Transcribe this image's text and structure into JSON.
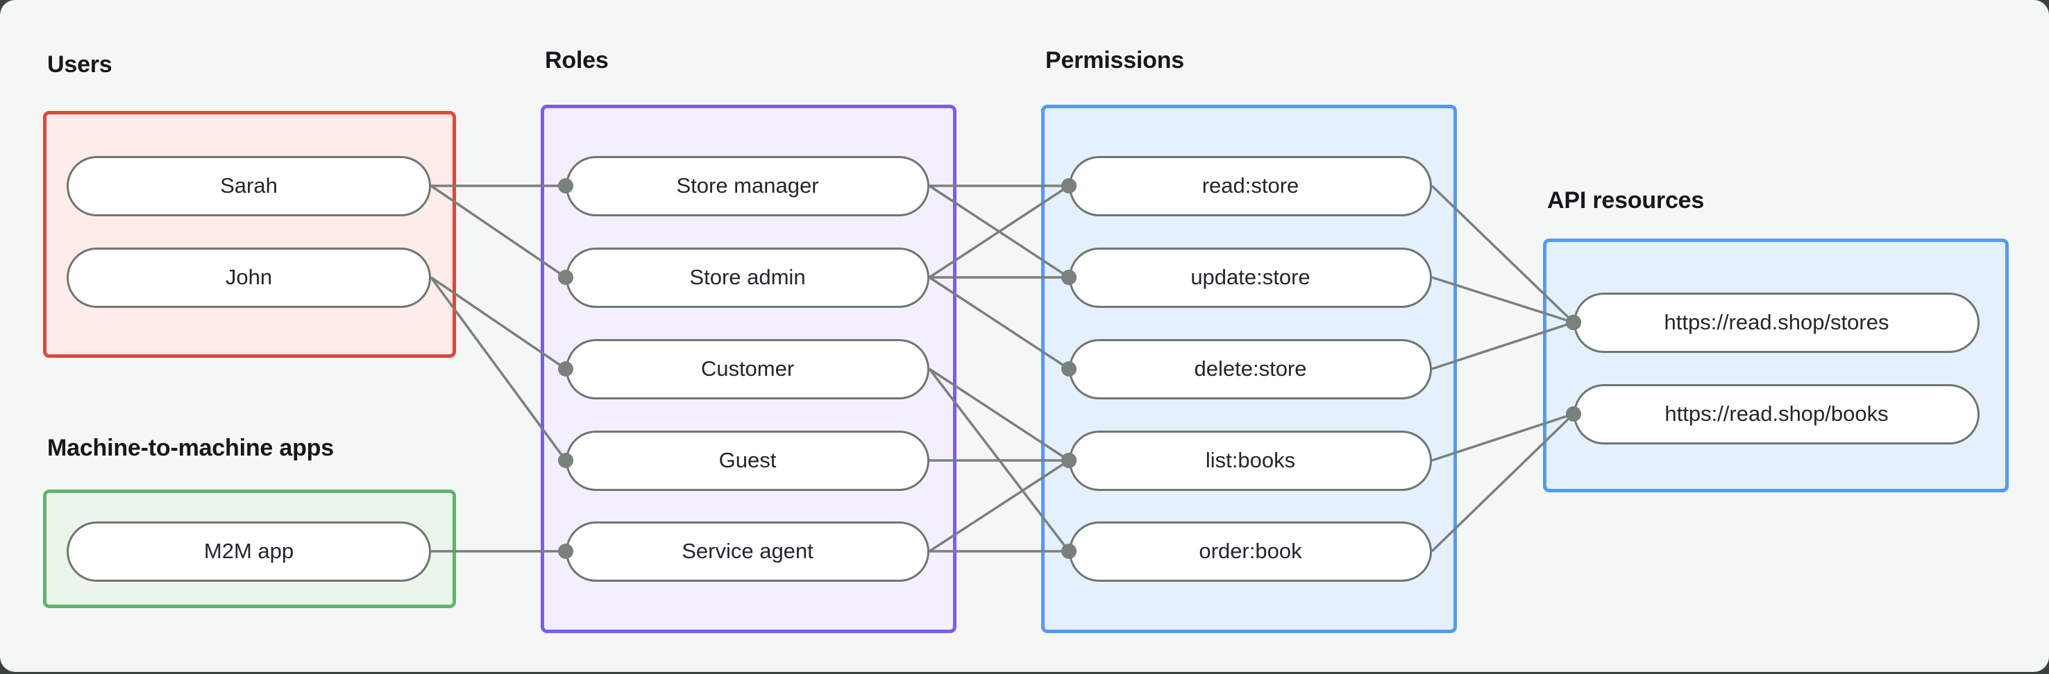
{
  "page": {
    "background": "#39433c",
    "panel_background": "#f5f7f6"
  },
  "groups": [
    {
      "id": "users",
      "label": "Users",
      "accent": "#e0453c",
      "fill": "#fdecea",
      "items": [
        {
          "id": "sarah",
          "label": "Sarah"
        },
        {
          "id": "john",
          "label": "John"
        }
      ]
    },
    {
      "id": "m2m",
      "label": "Machine-to-machine apps",
      "accent": "#5fb469",
      "fill": "#eaf6eb",
      "items": [
        {
          "id": "m2m-app",
          "label": "M2M app"
        }
      ]
    },
    {
      "id": "roles",
      "label": "Roles",
      "accent": "#7b5af7",
      "fill": "#f3effe",
      "items": [
        {
          "id": "store-manager",
          "label": "Store manager"
        },
        {
          "id": "store-admin",
          "label": "Store admin"
        },
        {
          "id": "customer",
          "label": "Customer"
        },
        {
          "id": "guest",
          "label": "Guest"
        },
        {
          "id": "service-agent",
          "label": "Service agent"
        }
      ]
    },
    {
      "id": "permissions",
      "label": "Permissions",
      "accent": "#529af6",
      "fill": "#e4f0fd",
      "items": [
        {
          "id": "read-store",
          "label": "read:store"
        },
        {
          "id": "update-store",
          "label": "update:store"
        },
        {
          "id": "delete-store",
          "label": "delete:store"
        },
        {
          "id": "list-books",
          "label": "list:books"
        },
        {
          "id": "order-book",
          "label": "order:book"
        }
      ]
    },
    {
      "id": "api",
      "label": "API resources",
      "accent": "#529af6",
      "fill": "#e4f0fd",
      "items": [
        {
          "id": "stores",
          "label": "https://read.shop/stores"
        },
        {
          "id": "books",
          "label": "https://read.shop/books"
        }
      ]
    }
  ],
  "edges": [
    [
      "sarah",
      "store-manager"
    ],
    [
      "sarah",
      "store-admin"
    ],
    [
      "john",
      "customer"
    ],
    [
      "john",
      "guest"
    ],
    [
      "m2m-app",
      "service-agent"
    ],
    [
      "store-manager",
      "read-store"
    ],
    [
      "store-manager",
      "update-store"
    ],
    [
      "store-admin",
      "read-store"
    ],
    [
      "store-admin",
      "update-store"
    ],
    [
      "store-admin",
      "delete-store"
    ],
    [
      "customer",
      "list-books"
    ],
    [
      "customer",
      "order-book"
    ],
    [
      "guest",
      "list-books"
    ],
    [
      "service-agent",
      "list-books"
    ],
    [
      "service-agent",
      "order-book"
    ],
    [
      "read-store",
      "stores"
    ],
    [
      "update-store",
      "stores"
    ],
    [
      "delete-store",
      "stores"
    ],
    [
      "list-books",
      "books"
    ],
    [
      "order-book",
      "books"
    ]
  ],
  "connector": {
    "color": "#7a807c",
    "dot_color": "#7a807c"
  }
}
